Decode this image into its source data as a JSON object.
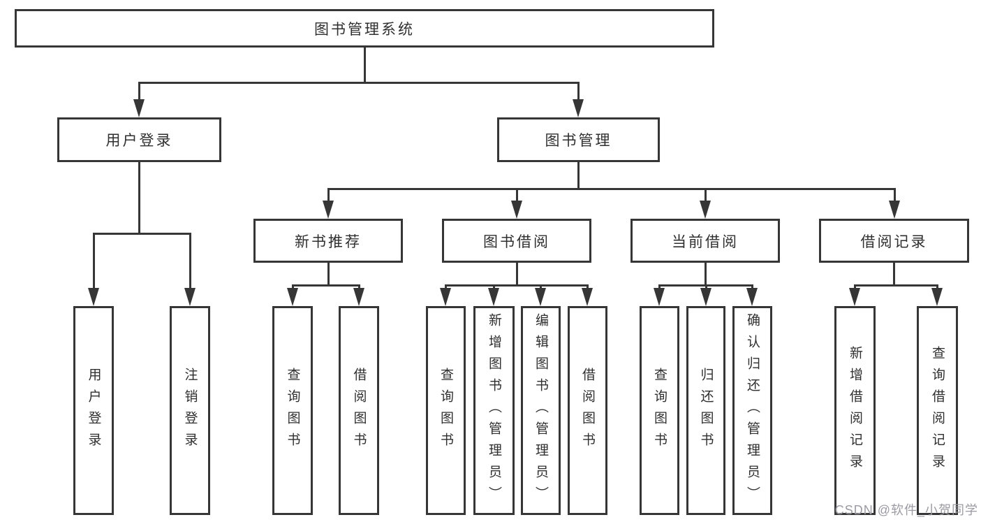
{
  "diagram": {
    "type": "hierarchy-tree",
    "nodes": [
      {
        "id": "root",
        "label": "图书管理系统",
        "level": 1,
        "parent": null
      },
      {
        "id": "user-login",
        "label": "用户登录",
        "level": 2,
        "parent": "root"
      },
      {
        "id": "book-management",
        "label": "图书管理",
        "level": 2,
        "parent": "root"
      },
      {
        "id": "new-book-recommend",
        "label": "新书推荐",
        "level": 3,
        "parent": "book-management"
      },
      {
        "id": "book-borrow",
        "label": "图书借阅",
        "level": 3,
        "parent": "book-management"
      },
      {
        "id": "current-borrow",
        "label": "当前借阅",
        "level": 3,
        "parent": "book-management"
      },
      {
        "id": "borrow-records",
        "label": "借阅记录",
        "level": 3,
        "parent": "book-management"
      },
      {
        "id": "leaf-user-login",
        "label": "用户登录",
        "level": 4,
        "parent": "user-login"
      },
      {
        "id": "leaf-logout-login",
        "label": "注销登录",
        "level": 4,
        "parent": "user-login"
      },
      {
        "id": "leaf-query-books-recommend",
        "label": "查询图书",
        "level": 4,
        "parent": "new-book-recommend"
      },
      {
        "id": "leaf-borrow-books-recommend",
        "label": "借阅图书",
        "level": 4,
        "parent": "new-book-recommend"
      },
      {
        "id": "leaf-query-books-borrow",
        "label": "查询图书",
        "level": 4,
        "parent": "book-borrow"
      },
      {
        "id": "leaf-add-book-admin",
        "label": "新增图书（管理员）",
        "level": 4,
        "parent": "book-borrow"
      },
      {
        "id": "leaf-edit-book-admin",
        "label": "编辑图书（管理员）",
        "level": 4,
        "parent": "book-borrow"
      },
      {
        "id": "leaf-borrow-books",
        "label": "借阅图书",
        "level": 4,
        "parent": "book-borrow"
      },
      {
        "id": "leaf-query-books-current",
        "label": "查询图书",
        "level": 4,
        "parent": "current-borrow"
      },
      {
        "id": "leaf-return-book",
        "label": "归还图书",
        "level": 4,
        "parent": "current-borrow"
      },
      {
        "id": "leaf-confirm-return-admin",
        "label": "确认归还（管理员）",
        "level": 4,
        "parent": "current-borrow"
      },
      {
        "id": "leaf-add-borrow-record",
        "label": "新增借阅记录",
        "level": 4,
        "parent": "borrow-records"
      },
      {
        "id": "leaf-query-borrow-record",
        "label": "查询借阅记录",
        "level": 4,
        "parent": "borrow-records"
      }
    ]
  },
  "watermark": {
    "text": "CSDN @软件_小贺同学"
  },
  "colors": {
    "line": "#363636",
    "text": "#2f2f2f",
    "background": "#ffffff",
    "watermark": "#9b9ba3"
  }
}
